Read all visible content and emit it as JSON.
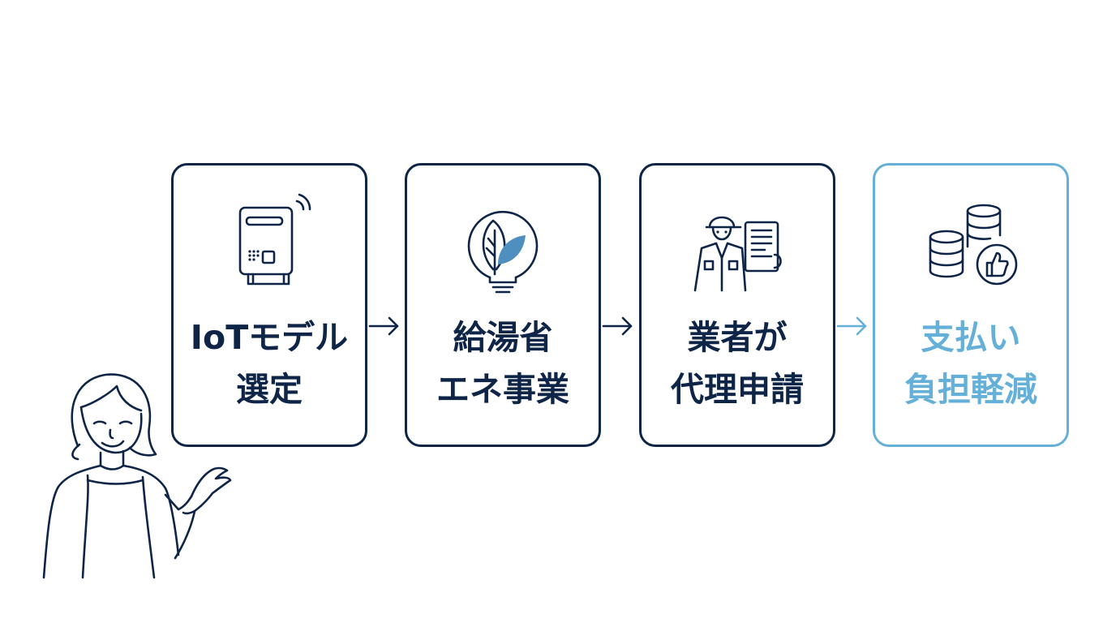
{
  "steps": [
    {
      "line1": "IoTモデル",
      "line2": "選定",
      "icon": "water-heater-icon"
    },
    {
      "line1": "給湯省",
      "line2": "エネ事業",
      "icon": "leaf-bulb-icon"
    },
    {
      "line1": "業者が",
      "line2": "代理申請",
      "icon": "contractor-icon"
    },
    {
      "line1": "支払い",
      "line2": "負担軽減",
      "icon": "coins-thumbs-up-icon"
    }
  ],
  "colors": {
    "primary": "#0f2547",
    "accent": "#64b0d8"
  }
}
